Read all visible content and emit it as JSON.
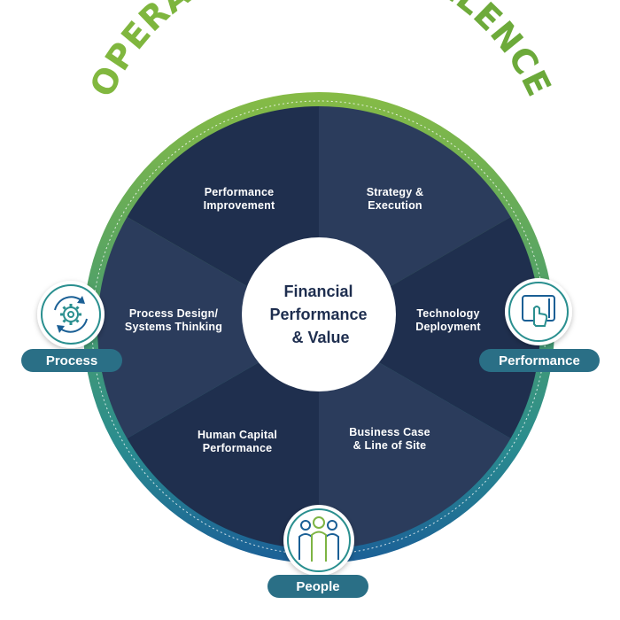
{
  "title": "OPERATIONAL EXCELLENCE",
  "center": {
    "lines": [
      "Financial",
      "Performance",
      "& Value"
    ]
  },
  "segments": [
    {
      "lines": [
        "Performance",
        "Improvement"
      ]
    },
    {
      "lines": [
        "Strategy &",
        "Execution"
      ]
    },
    {
      "lines": [
        "Technology",
        "Deployment"
      ]
    },
    {
      "lines": [
        "Business Case",
        "& Line of Site"
      ]
    },
    {
      "lines": [
        "Human Capital",
        "Performance"
      ]
    },
    {
      "lines": [
        "Process Design/",
        "Systems Thinking"
      ]
    }
  ],
  "badges": [
    {
      "label": "Process",
      "icon": "gear-cycle-icon"
    },
    {
      "label": "Performance",
      "icon": "touch-screen-icon"
    },
    {
      "label": "People",
      "icon": "people-group-icon"
    }
  ],
  "colors": {
    "ring_green": "#7db443",
    "ring_teal": "#2a8f8f",
    "ring_blue": "#1a5f95",
    "segment_dark": "#1f2f4e",
    "segment_light": "#2b3c5c",
    "center_text": "#1e2e4f",
    "pill": "#2a6f86"
  }
}
